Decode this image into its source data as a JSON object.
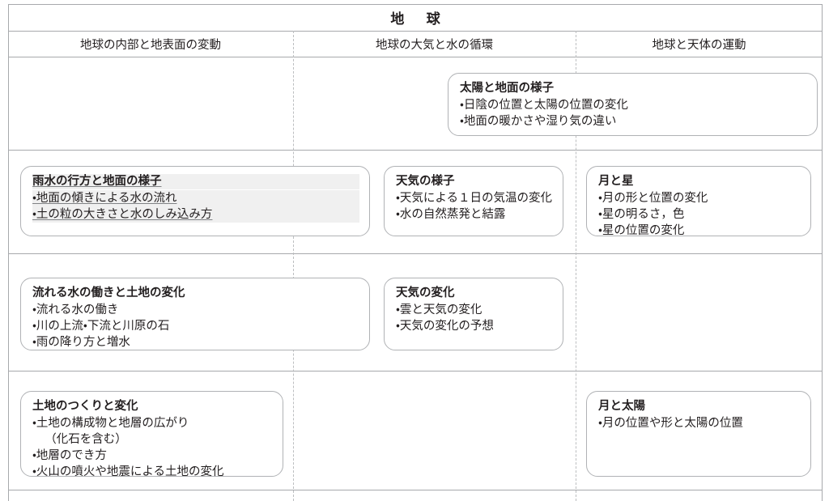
{
  "header": {
    "title": "地　球",
    "columns": [
      "地球の内部と地表面の変動",
      "地球の大気と水の循環",
      "地球と天体の運動"
    ]
  },
  "boxes": {
    "taiyou_jimen": {
      "title": "太陽と地面の様子",
      "items": [
        "・日陰の位置と太陽の位置の変化",
        "・地面の暖かさや湿り気の違い"
      ]
    },
    "amamizu": {
      "title": "雨水の行方と地面の様子",
      "items": [
        "・地面の傾きによる水の流れ",
        "・土の粒の大きさと水のしみ込み方"
      ]
    },
    "tenki_yousu": {
      "title": "天気の様子",
      "items": [
        "・天気による１日の気温の変化",
        "・水の自然蒸発と結露"
      ]
    },
    "tsuki_hoshi": {
      "title": "月と星",
      "items": [
        "・月の形と位置の変化",
        "・星の明るさ，色",
        "・星の位置の変化"
      ]
    },
    "nagareru": {
      "title": "流れる水の働きと土地の変化",
      "items": [
        "・流れる水の働き",
        "・川の上流・下流と川原の石",
        "・雨の降り方と増水"
      ]
    },
    "tenki_henka": {
      "title": "天気の変化",
      "items": [
        "・雲と天気の変化",
        "・天気の変化の予想"
      ]
    },
    "tochi": {
      "title": "土地のつくりと変化",
      "items": [
        "・土地の構成物と地層の広がり",
        "（化石を含む）",
        "・地層のでき方",
        "・火山の噴火や地震による土地の変化"
      ]
    },
    "tsuki_taiyou": {
      "title": "月と太陽",
      "items": [
        "・月の位置や形と太陽の位置"
      ]
    }
  },
  "colors": {
    "rule": "#a7a9ac",
    "dashed_separator": "#bcbec0",
    "box_border": "#b0b2b5",
    "text": "#231f20",
    "highlight": "#f0f0f0"
  }
}
